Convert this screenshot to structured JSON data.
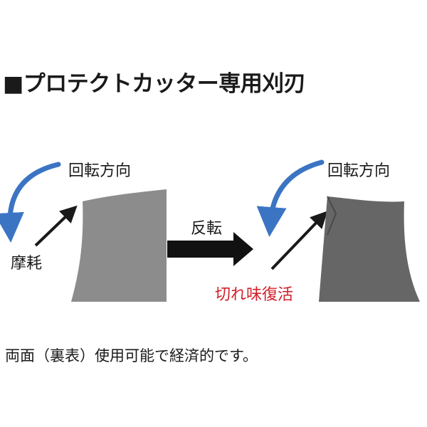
{
  "title": "■プロテクトカッター専用刈刃",
  "left": {
    "rotation_label": "回転方向",
    "wear_label": "摩耗"
  },
  "center": {
    "flip_label": "反転"
  },
  "right": {
    "rotation_label": "回転方向",
    "restore_label": "切れ味復活"
  },
  "footer": "両面（裏表）使用可能で経済的です。",
  "colors": {
    "rotation_arrow": "#3b74c3",
    "blade_worn": "#8c8c8c",
    "blade_flipped": "#666666",
    "restore_text": "#d0202a"
  }
}
